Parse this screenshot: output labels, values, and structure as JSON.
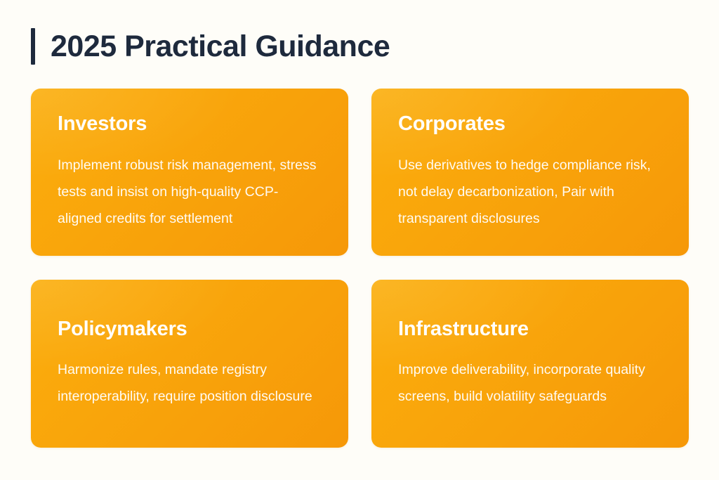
{
  "page": {
    "title": "2025 Practical Guidance",
    "background_color": "#FEFDF8",
    "accent_bar_color": "#1E2A3D",
    "title_color": "#1E2A3D",
    "card_color_start": "#FBAE0C",
    "card_color_end": "#F69808",
    "card_text_color": "#FFFFFF"
  },
  "cards": [
    {
      "title": "Investors",
      "body": "Implement robust risk management, stress tests and insist on high-quality CCP-aligned credits for settlement"
    },
    {
      "title": "Corporates",
      "body": "Use derivatives to hedge compliance risk, not delay decarbonization, Pair with transparent disclosures"
    },
    {
      "title": "Policymakers",
      "body": "Harmonize rules, mandate registry interoperability, require position disclosure"
    },
    {
      "title": "Infrastructure",
      "body": "Improve deliverability, incorporate quality screens, build volatility safeguards"
    }
  ]
}
